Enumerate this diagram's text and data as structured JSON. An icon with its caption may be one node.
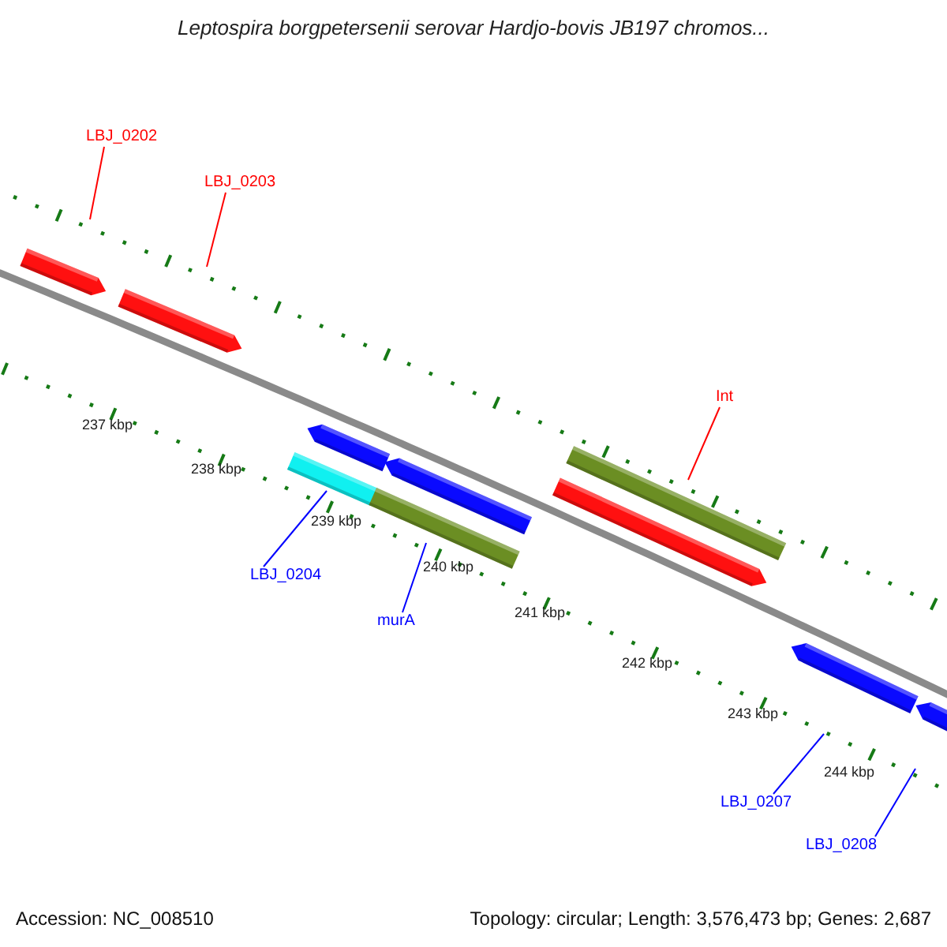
{
  "diagram": {
    "title": "Leptospira borgpetersenii serovar Hardjo-bovis JB197 chromos...",
    "nodes": [
      {
        "text": [
          "LBJ_0202"
        ]
      },
      {
        "text": [
          "LBJ_0203"
        ]
      },
      {
        "text": [
          "Int"
        ]
      },
      {
        "text": [
          "LBJ_0204"
        ]
      },
      {
        "text": [
          "murA"
        ]
      },
      {
        "text": [
          "LBJ_0207"
        ]
      },
      {
        "text": [
          "LBJ_0208"
        ]
      }
    ],
    "edges": [
      {
        "from": 0,
        "to": null,
        "arrow": "none",
        "color": "#ff0000"
      },
      {
        "from": 1,
        "to": null,
        "arrow": "none",
        "color": "#ff0000"
      },
      {
        "from": 2,
        "to": null,
        "arrow": "none",
        "color": "#ff0000"
      },
      {
        "from": 3,
        "to": null,
        "arrow": "none"
      },
      {
        "from": 4,
        "to": null,
        "arrow": "none"
      },
      {
        "from": 5,
        "to": null,
        "arrow": "none"
      },
      {
        "from": 6,
        "to": null,
        "arrow": "none"
      }
    ],
    "labels": [
      "237 kbp",
      "238 kbp",
      "239 kbp",
      "240 kbp",
      "241 kbp",
      "242 kbp",
      "243 kbp",
      "244 kbp",
      "Accession: NC_008510",
      "Topology: circular; Length: 3,576,473 bp; Genes: 2,687"
    ]
  }
}
